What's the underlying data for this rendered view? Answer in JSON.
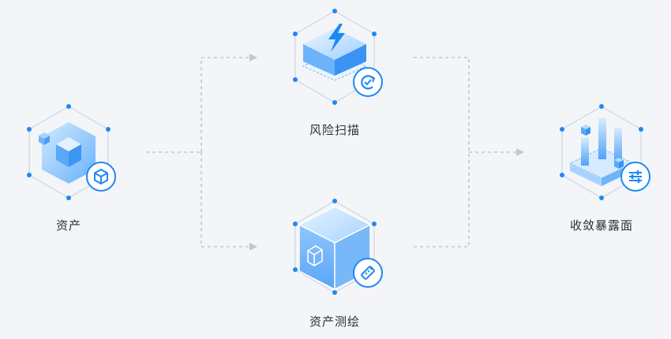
{
  "nodes": {
    "asset": {
      "label": "资产",
      "icon": "asset-box-icon",
      "badge_icon": "asset-badge-icon"
    },
    "risk_scan": {
      "label": "风险扫描",
      "icon": "lightning-platform-icon",
      "badge_icon": "refresh-check-icon"
    },
    "asset_mapping": {
      "label": "资产测绘",
      "icon": "transparent-cube-icon",
      "badge_icon": "ruler-icon"
    },
    "exposure": {
      "label": "收敛暴露面",
      "icon": "bar-chart-platform-icon",
      "badge_icon": "sliders-icon"
    }
  },
  "colors": {
    "background": "#f3f5f9",
    "primary": "#1e88f5",
    "light_blue": "#8ec6ff",
    "hex_line": "#d0d6de",
    "connector": "#c3c7cd",
    "text": "#2a2f3a"
  }
}
